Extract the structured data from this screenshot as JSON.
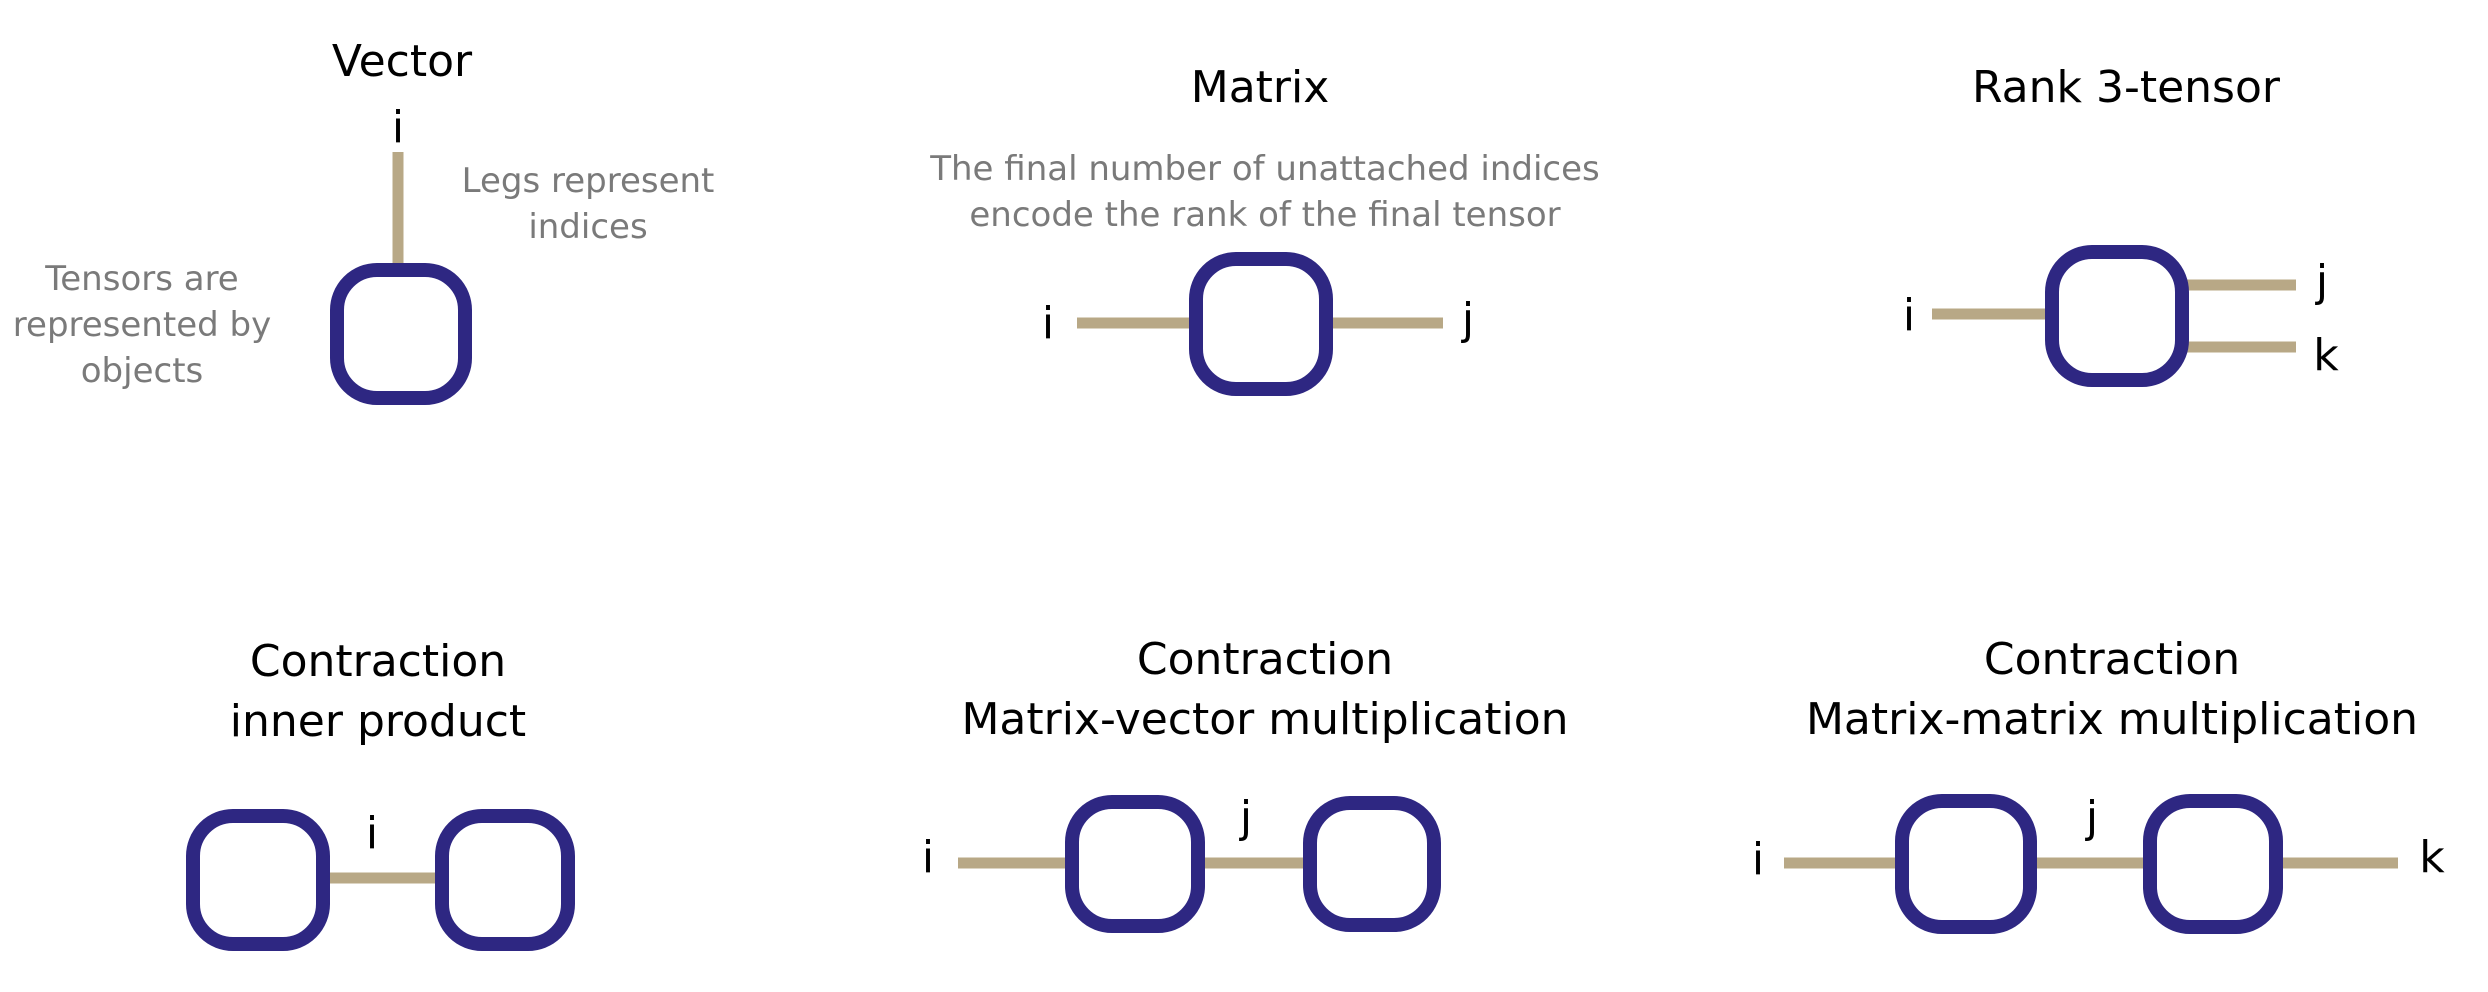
{
  "colors": {
    "node": "#2e2782",
    "leg": "#b8a886",
    "title_text": "#000000",
    "note_text": "#7a7a7a",
    "background": "#ffffff"
  },
  "vector": {
    "title": "Vector",
    "index_i": "i",
    "note_legs_line1": "Legs represent",
    "note_legs_line2": "indices",
    "note_objects_line1": "Tensors are",
    "note_objects_line2": "represented by",
    "note_objects_line3": "objects"
  },
  "matrix": {
    "title": "Matrix",
    "note_line1": "The final number of unattached indices",
    "note_line2": "encode the rank of the final tensor",
    "index_i": "i",
    "index_j": "j"
  },
  "rank3": {
    "title": "Rank 3-tensor",
    "index_i": "i",
    "index_j": "j",
    "index_k": "k"
  },
  "inner_product": {
    "title_line1": "Contraction",
    "title_line2": "inner product",
    "index_i": "i"
  },
  "matrix_vector": {
    "title_line1": "Contraction",
    "title_line2": "Matrix-vector multiplication",
    "index_i": "i",
    "index_j": "j"
  },
  "matrix_matrix": {
    "title_line1": "Contraction",
    "title_line2": "Matrix-matrix multiplication",
    "index_i": "i",
    "index_j": "j",
    "index_k": "k"
  }
}
